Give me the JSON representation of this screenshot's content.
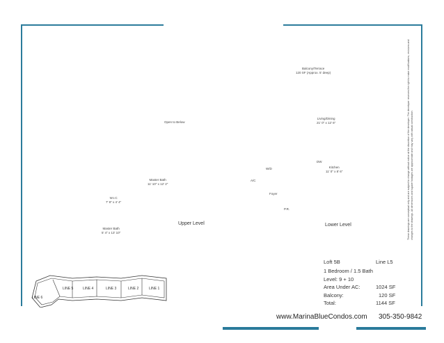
{
  "disclaimer": "These drawings are conceptual only and are subject to change without notice at the discretion of the developer. The developer reserves the right to make modifications, revisions and changes to the drawings. All dimensions and square footages are approximate and may vary with actual construction.",
  "labels": {
    "balcony": "Balcony/Terrace",
    "balcony_dim": "120 SF (Approx. 5' deep)",
    "open_below": "Open to Below",
    "living": "Living/Dining",
    "living_dim": "21' 0\" x 12' 6\"",
    "dw": "DW",
    "kitchen": "Kitchen",
    "kitchen_dim": "11' 0\" x 8' 6\"",
    "wd": "W/D",
    "ac": "A/C",
    "master_bath_upper": "Master Bath",
    "master_bath_upper_dim": "11' 10\" x 12' 2\"",
    "foyer": "Foyer",
    "wic": "W.I.C",
    "wic_dim": "7' 8\" x 4' 4\"",
    "pr": "P.R.",
    "upper_level": "Upper Level",
    "lower_level": "Lower Level",
    "master_bath_lower": "Master Bath",
    "master_bath_lower_dim": "5' 4\" x 13' 10\""
  },
  "spec": {
    "unit": "Loft 5B",
    "line": "Line L5",
    "bed_bath": "1 Bedroom / 1.5 Bath",
    "level": "Level: 9 + 10",
    "area_label": "Area Under AC:",
    "area_value": "1024 SF",
    "balcony_label": "Balcony:",
    "balcony_value": "120 SF",
    "total_label": "Total:",
    "total_value": "1144 SF"
  },
  "keyplan": {
    "lines": [
      "LINE 6",
      "LINE 5",
      "LINE 4",
      "LINE 3",
      "LINE 2",
      "LINE 1"
    ]
  },
  "footer": {
    "website": "www.MarinaBlueCondos.com",
    "phone": "305-350-9842"
  }
}
